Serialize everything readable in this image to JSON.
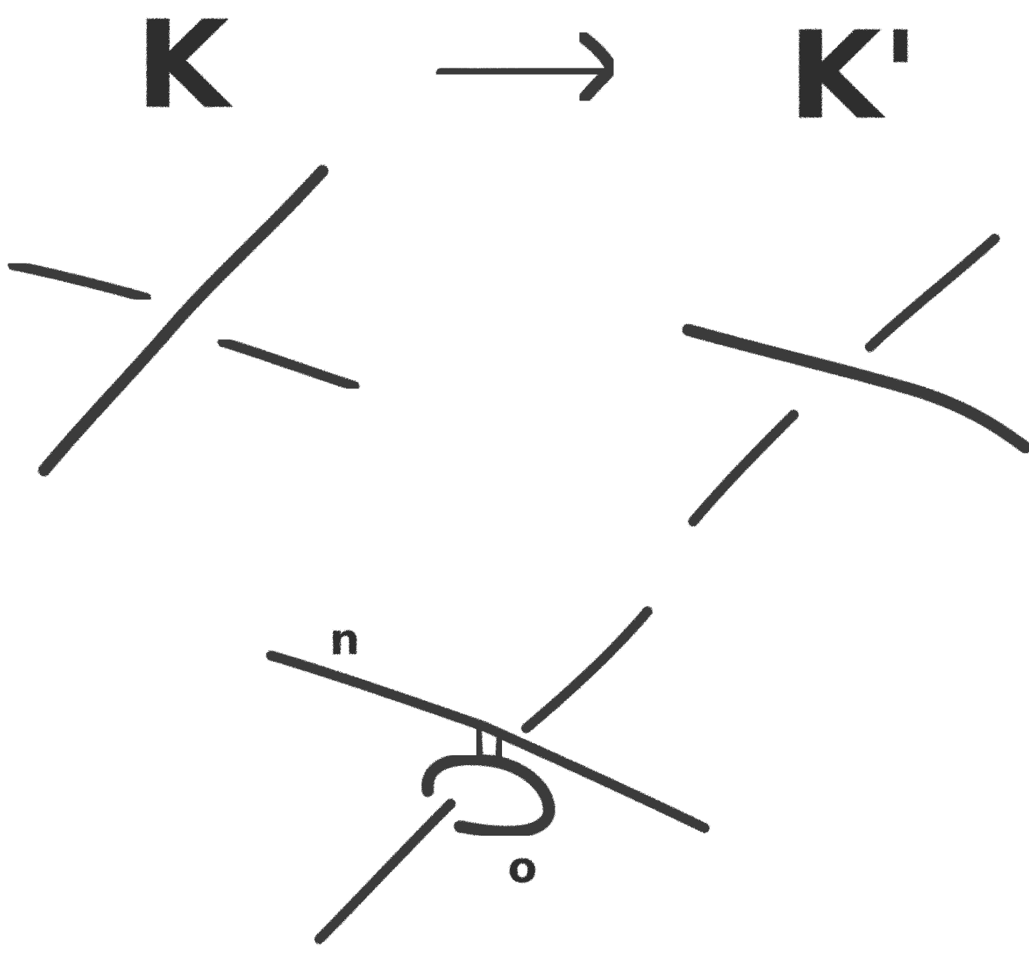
{
  "labels": {
    "left": "K",
    "right": "K'",
    "top_small": "n",
    "bottom_small": "o"
  },
  "colors": {
    "pencil": "#3a3a3a",
    "paper": "#ffffff"
  }
}
